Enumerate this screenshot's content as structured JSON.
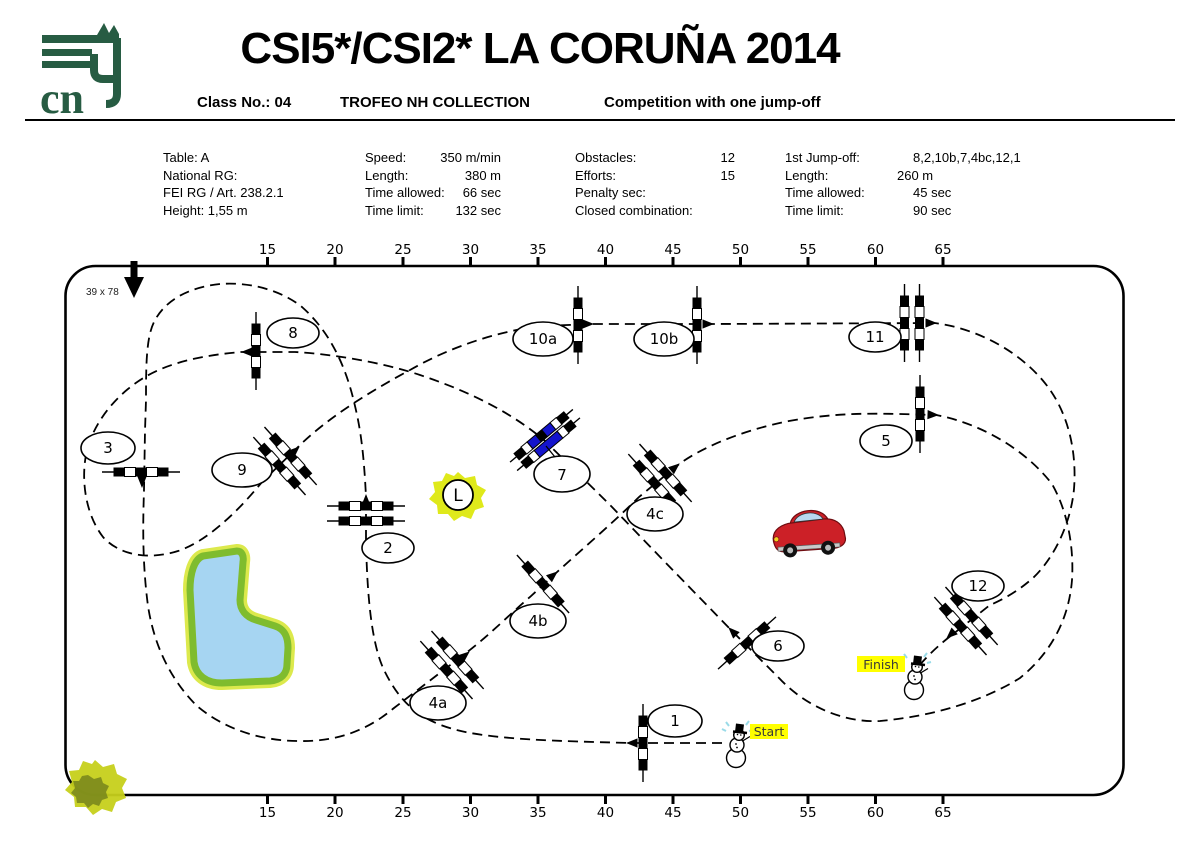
{
  "header": {
    "logo_text": "cn",
    "title": "CSI5*/CSI2* LA CORUÑA 2014",
    "class_no": "Class No.: 04",
    "trophy": "TROFEO NH COLLECTION",
    "competition": "Competition with one jump-off"
  },
  "info": {
    "general": [
      "Table: A",
      "National RG:",
      "FEI RG / Art. 238.2.1",
      "Height: 1,55 m"
    ],
    "speed": [
      {
        "label": "Speed:",
        "value": "350 m/min"
      },
      {
        "label": "Length:",
        "value": "380 m"
      },
      {
        "label": "Time allowed:",
        "value": "66 sec"
      },
      {
        "label": "Time limit:",
        "value": "132 sec"
      }
    ],
    "counts": [
      {
        "label": "Obstacles:",
        "value": "12"
      },
      {
        "label": "Efforts:",
        "value": "15"
      },
      {
        "label": "Penalty sec:",
        "value": ""
      },
      {
        "label": "Closed combination:",
        "value": ""
      }
    ],
    "jumpoff": [
      {
        "label": "1st Jump-off:",
        "value": "8,2,10b,7,4bc,12,1"
      },
      {
        "label": "Length:",
        "value": "260 m"
      },
      {
        "label": "Time allowed:",
        "value": "45 sec"
      },
      {
        "label": "Time limit:",
        "value": "90 sec"
      }
    ]
  },
  "arena": {
    "dimensions": "39 x 78",
    "start": "Start",
    "finish": "Finish",
    "water_label": "L"
  },
  "ruler": {
    "marks": [
      "15",
      "20",
      "25",
      "30",
      "35",
      "40",
      "45",
      "50",
      "55",
      "60",
      "65"
    ]
  },
  "obstacles": [
    {
      "label": "1"
    },
    {
      "label": "2"
    },
    {
      "label": "3"
    },
    {
      "label": "4a"
    },
    {
      "label": "4b"
    },
    {
      "label": "4c"
    },
    {
      "label": "5"
    },
    {
      "label": "6"
    },
    {
      "label": "7"
    },
    {
      "label": "8"
    },
    {
      "label": "9"
    },
    {
      "label": "10a"
    },
    {
      "label": "10b"
    },
    {
      "label": "11"
    },
    {
      "label": "12"
    }
  ],
  "colors": {
    "logo_green": "#275c43",
    "highlight": "#ffff00",
    "water": "#a6d5f2",
    "pond_border": "#7fbc2e",
    "jump7_blue": "#1414cc",
    "car_red": "#cc2027"
  }
}
